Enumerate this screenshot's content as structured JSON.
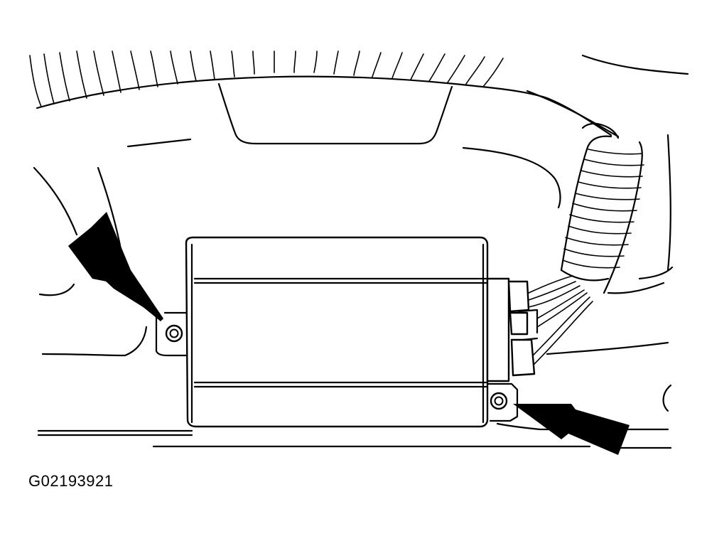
{
  "figure": {
    "id_label": "G02193921",
    "line_color": "#000000",
    "background_color": "#ffffff",
    "callouts": [
      {
        "name": "left-mounting-bolt",
        "points_to": "bolt"
      },
      {
        "name": "right-mounting-bolt",
        "points_to": "bolt"
      }
    ]
  }
}
